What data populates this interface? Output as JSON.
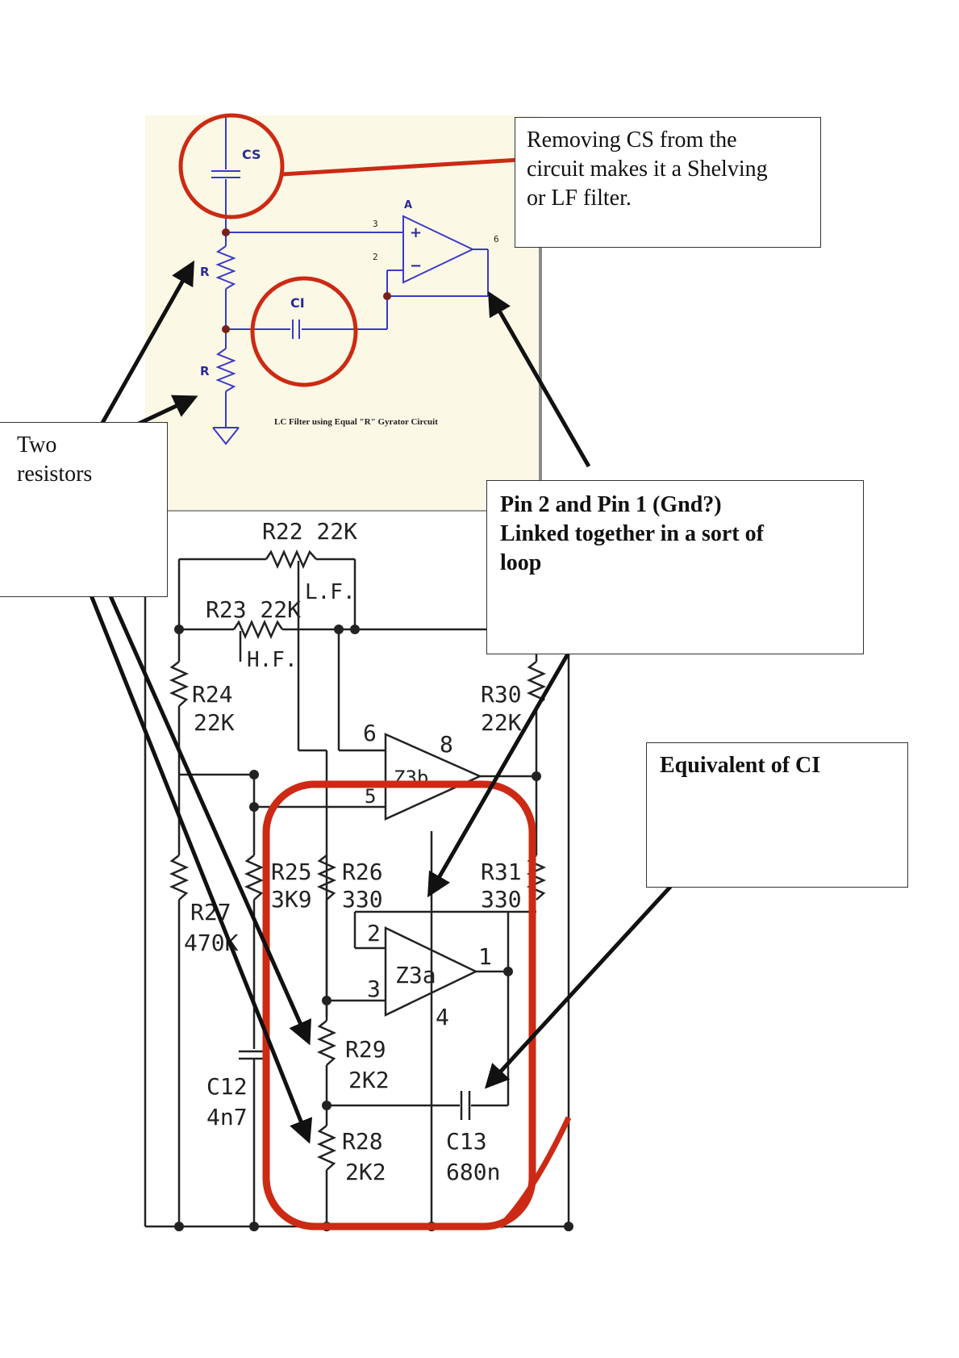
{
  "callouts": {
    "cs_note": "Removing CS from the\ncircuit makes it a Shelving\nor LF filter.",
    "two_resistors": "Two\nresistors",
    "pin_note": "Pin 2 and Pin 1 (Gnd?)\nLinked together in a sort of\nloop",
    "equivalent": "Equivalent of CI"
  },
  "top_schematic": {
    "cs_label": "CS",
    "ci_label": "CI",
    "r_label": "R",
    "opamp_label": "A",
    "pin3": "3",
    "pin2": "2",
    "pin_out": "6",
    "plus": "+",
    "minus": "−",
    "caption": "LC Filter using Equal \"R\" Gyrator Circuit"
  },
  "bottom_schematic": {
    "r22": "R22 22K",
    "lf": "L.F.",
    "r23": "R23 22K",
    "hf": "H.F.",
    "r24_name": "R24",
    "r24_val": "22K",
    "r30_name": "R30",
    "r30_val": "22K",
    "pin6": "6",
    "pin8": "8",
    "pin5": "5",
    "z3b": "Z3b",
    "r25_name": "R25",
    "r25_val": "3K9",
    "r26_name": "R26",
    "r26_val": "330",
    "r31_name": "R31",
    "r31_val": "330",
    "r27_name": "R27",
    "r27_val": "470K",
    "pin2": "2",
    "pin3": "3",
    "pin1": "1",
    "pin4": "4",
    "z3a": "Z3a",
    "c12_name": "C12",
    "c12_val": "4n7",
    "r29_name": "R29",
    "r29_val": "2K2",
    "r28_name": "R28",
    "r28_val": "2K2",
    "c13_name": "C13",
    "c13_val": "680n"
  },
  "colors": {
    "highlight": "#cc2a14",
    "schematic_blue": "#3a3ac8",
    "top_bg": "#fbf8e6",
    "arrow": "#111111"
  }
}
